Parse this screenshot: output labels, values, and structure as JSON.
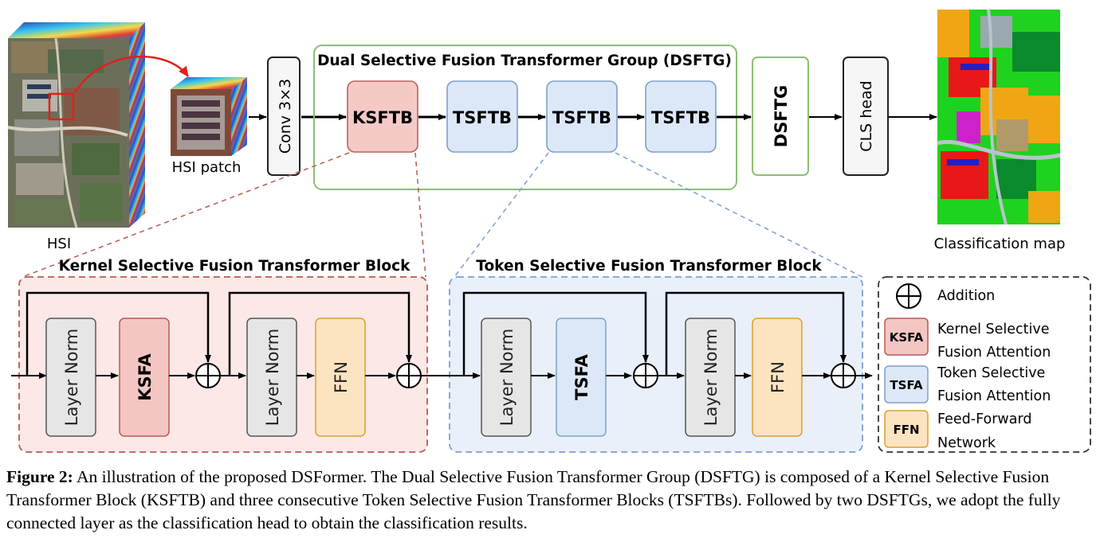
{
  "top": {
    "hsi_label": "HSI",
    "patch_label": "HSI patch",
    "conv_label": "Conv 3×3",
    "group_title": "Dual Selective Fusion Transformer Group (DSFTG)",
    "ksftb_label": "KSFTB",
    "tsftb_labels": [
      "TSFTB",
      "TSFTB",
      "TSFTB"
    ],
    "dsftg_label": "DSFTG",
    "cls_label": "CLS head",
    "map_label": "Classification map"
  },
  "kernel_block": {
    "title": "Kernel Selective Fusion Transformer Block",
    "norm1": "Layer Norm",
    "attn": "KSFA",
    "norm2": "Layer Norm",
    "ffn": "FFN"
  },
  "token_block": {
    "title": "Token Selective Fusion Transformer Block",
    "norm1": "Layer Norm",
    "attn": "TSFA",
    "norm2": "Layer Norm",
    "ffn": "FFN"
  },
  "legend": {
    "addition": "Addition",
    "ksfa_tag": "KSFA",
    "ksfa_line1": "Kernel Selective",
    "ksfa_line2": "Fusion Attention",
    "tsfa_tag": "TSFA",
    "tsfa_line1": "Token Selective",
    "tsfa_line2": "Fusion Attention",
    "ffn_tag": "FFN",
    "ffn_line1": "Feed-Forward",
    "ffn_line2": "Network"
  },
  "caption": {
    "label": "Figure 2:",
    "text": " An illustration of the proposed DSFormer. The Dual Selective Fusion Transformer Group (DSFTG) is composed of a Kernel Selective Fusion Transformer Block (KSFTB) and three consecutive Token Selective Fusion Transformer Blocks (TSFTBs). Followed by two DSFTGs, we adopt the fully connected layer as the classification head to obtain the classification results."
  },
  "colors": {
    "ksftb_fill": "#f5c9c6",
    "ksftb_stroke": "#b8615b",
    "tsftb_fill": "#dce8f8",
    "tsftb_stroke": "#7f9fcc",
    "ffn_fill": "#fde4c0",
    "ffn_stroke": "#d9a032",
    "group_stroke": "#8cbf73",
    "kernel_bg": "#fbe8e7",
    "kernel_border": "#b65b52",
    "token_bg": "#e9f0fa",
    "token_border": "#7d9fcf"
  }
}
